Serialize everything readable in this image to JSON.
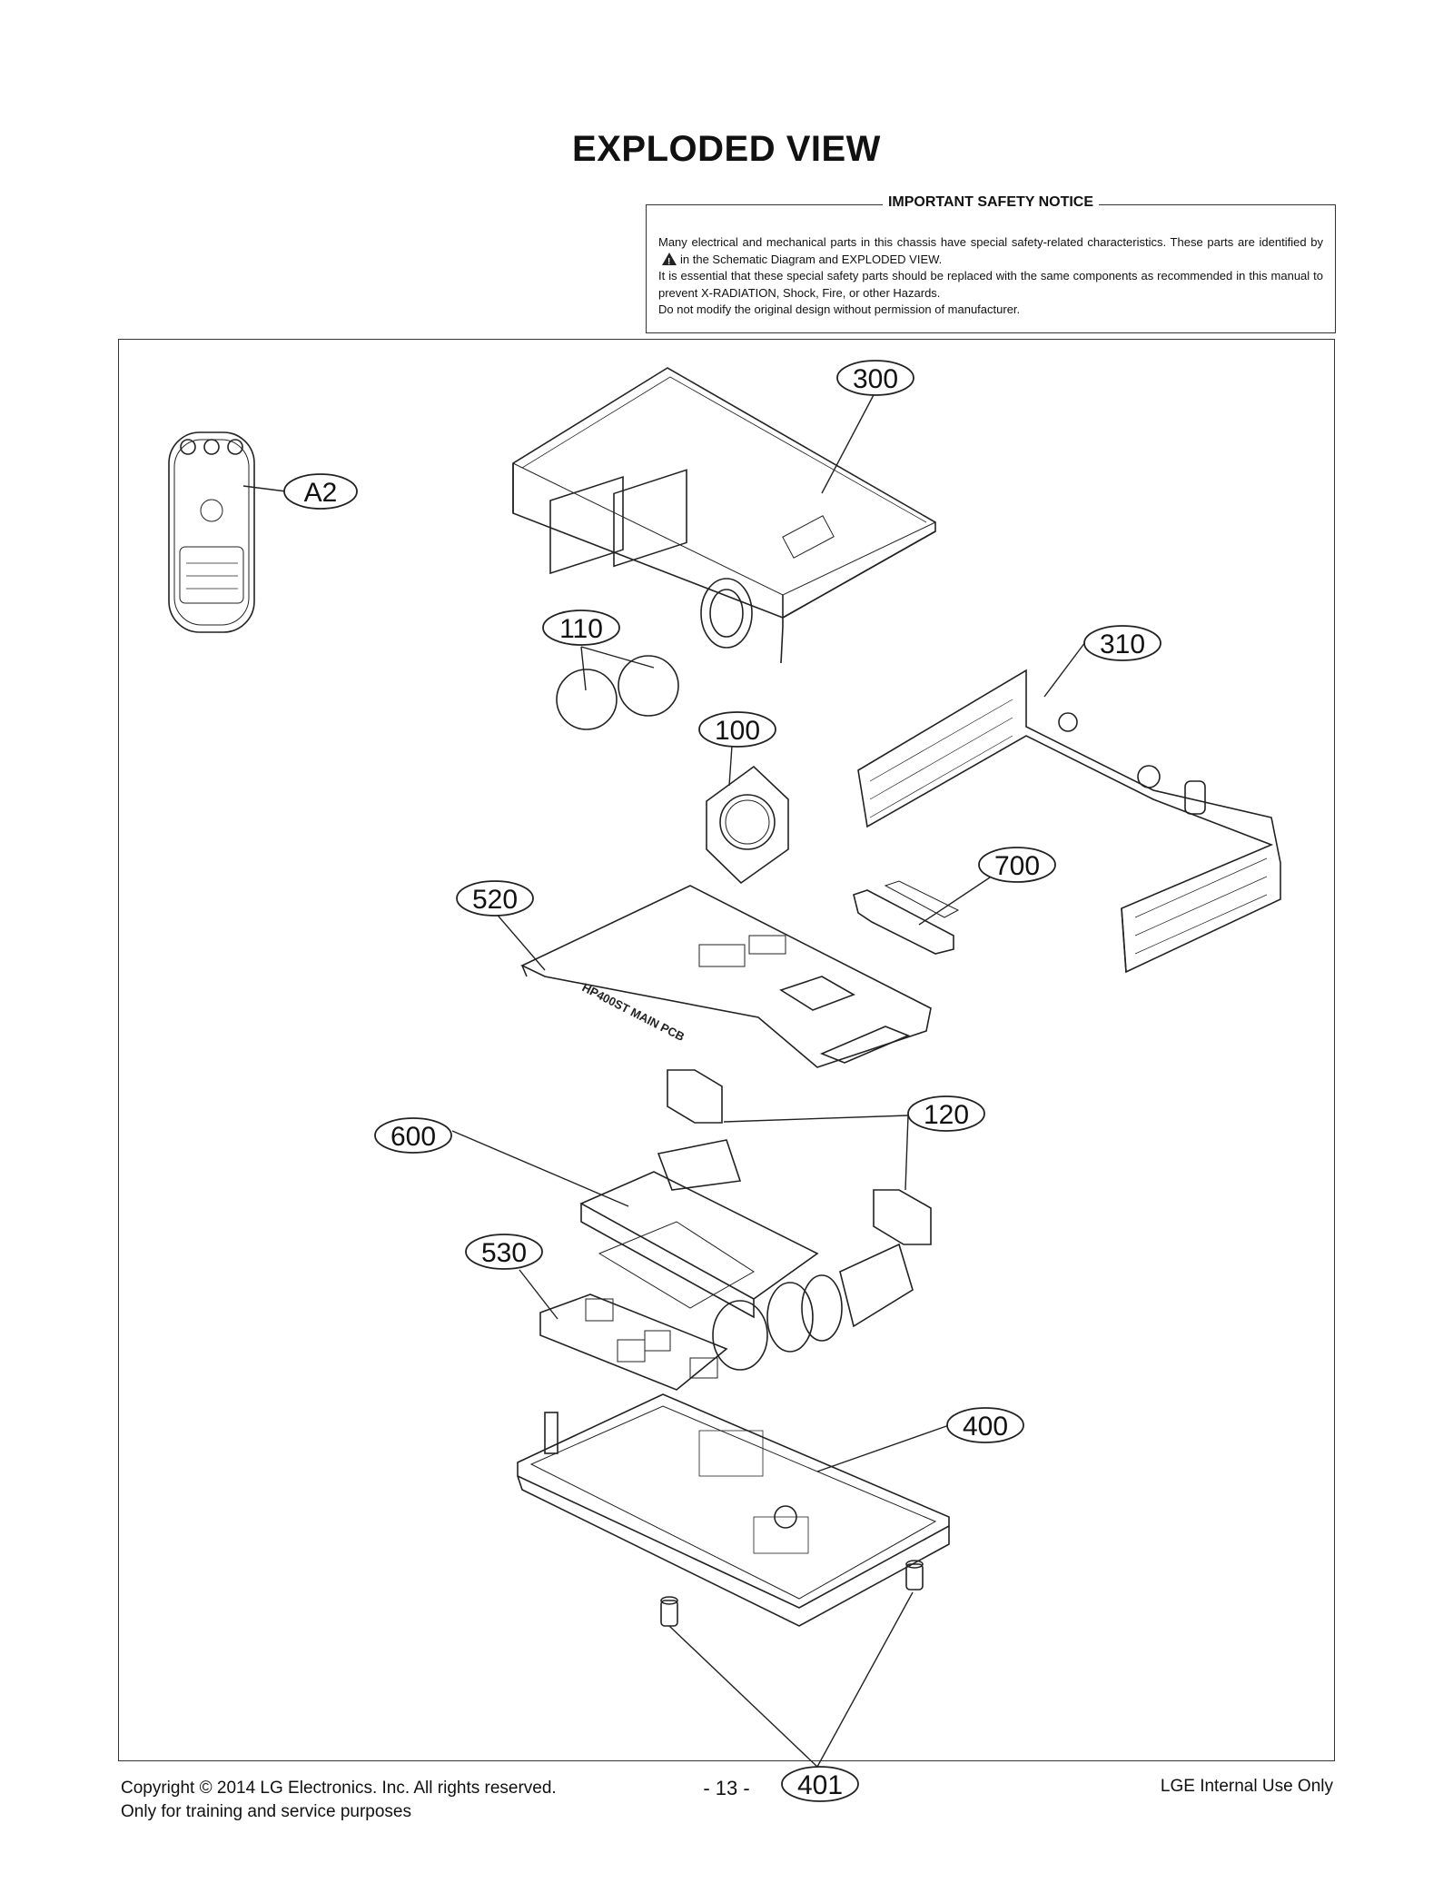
{
  "page": {
    "title": "EXPLODED VIEW"
  },
  "notice": {
    "heading": "IMPORTANT SAFETY NOTICE",
    "line1_before_symbol": "Many electrical and mechanical parts in this chassis have special safety-related characteristics. These parts are identified by",
    "line1_after_symbol": "in the Schematic Diagram and EXPLODED VIEW.",
    "line2": "It is essential that these special safety parts should be replaced with the same components as recommended in this manual to prevent X-RADIATION, Shock, Fire, or other Hazards.",
    "line3": "Do not modify the original design without permission of manufacturer."
  },
  "diagram": {
    "callouts": {
      "c300": "300",
      "cA2": "A2",
      "c110": "110",
      "c310": "310",
      "c100": "100",
      "c700": "700",
      "c520": "520",
      "c120": "120",
      "c600": "600",
      "c530": "530",
      "c400": "400",
      "c401": "401"
    },
    "pcb_label": "HP400ST MAIN PCB"
  },
  "footer": {
    "copyright": "Copyright  ©  2014 LG Electronics. Inc. All rights reserved.",
    "training": "Only for training and service purposes",
    "page_number": "- 13 -",
    "internal": "LGE Internal Use Only"
  }
}
